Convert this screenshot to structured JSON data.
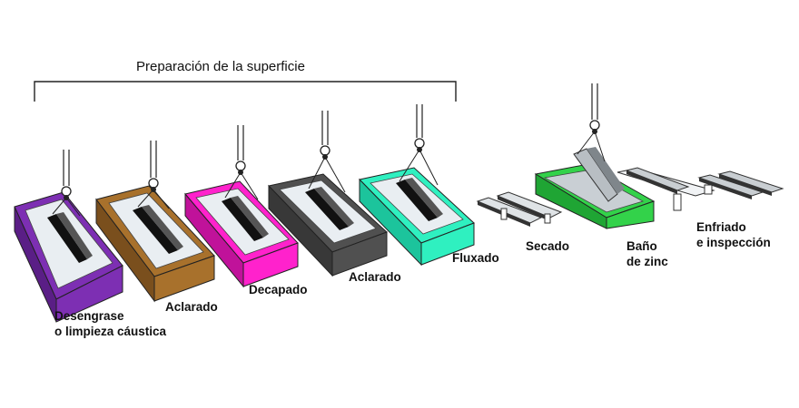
{
  "bracket": {
    "label": "Preparación de la superficie"
  },
  "stages": [
    {
      "id": "desengrase",
      "line1": "Desengrase",
      "line2": "o limpieza cáustica",
      "color": "#7d2fb3"
    },
    {
      "id": "aclarado-1",
      "line1": "Aclarado",
      "line2": "",
      "color": "#a8712c"
    },
    {
      "id": "decapado",
      "line1": "Decapado",
      "line2": "",
      "color": "#ff22cc"
    },
    {
      "id": "aclarado-2",
      "line1": "Aclarado",
      "line2": "",
      "color": "#505050"
    },
    {
      "id": "fluxado",
      "line1": "Fluxado",
      "line2": "",
      "color": "#2ff0c0"
    },
    {
      "id": "secado",
      "line1": "Secado",
      "line2": "",
      "color": ""
    },
    {
      "id": "bano-zinc",
      "line1": "Baño",
      "line2": "de zinc",
      "color": "#33d24a"
    },
    {
      "id": "enfriado",
      "line1": "Enfriado",
      "line2": "e inspección",
      "color": ""
    }
  ]
}
